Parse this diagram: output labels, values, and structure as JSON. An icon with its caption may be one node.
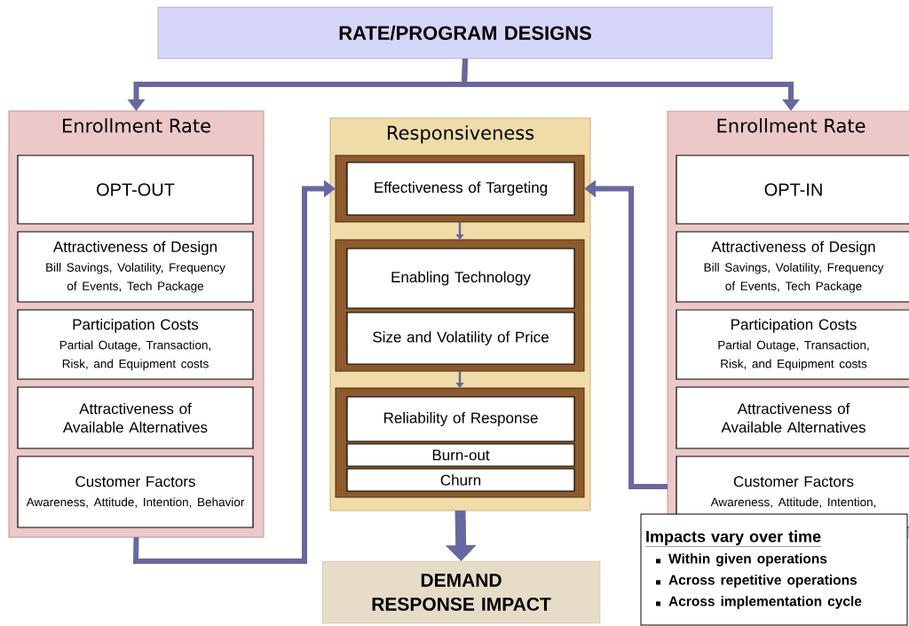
{
  "diagram": {
    "nodes": [
      {
        "text": [
          "RATE/PROGRAM DESIGNS"
        ]
      },
      {
        "text": [
          "Enrollment Rate"
        ]
      },
      {
        "text": [
          "OPT-OUT"
        ],
        "in": 1
      },
      {
        "text": [
          "Attractiveness of Design",
          "Bill Savings, Volatility, Frequency of Events, Tech Package"
        ],
        "in": 1
      },
      {
        "text": [
          "Participation Costs",
          "Partial Outage, Transaction, Risk, and Equipment costs"
        ],
        "in": 1
      },
      {
        "text": [
          "Attractiveness of Available Alternatives"
        ],
        "in": 1
      },
      {
        "text": [
          "Customer Factors",
          "Awareness, Attitude, Intention, Behavior"
        ],
        "in": 1
      },
      {
        "text": [
          "Responsiveness"
        ]
      },
      {
        "text": [],
        "shape": "box",
        "in": 7
      },
      {
        "text": [
          "Effectiveness of Targeting"
        ],
        "in": 8
      },
      {
        "text": [],
        "shape": "box",
        "in": 7
      },
      {
        "text": [
          "Enabling Technology"
        ],
        "in": 10
      },
      {
        "text": [
          "Size and Volatility of Price"
        ],
        "in": 10
      },
      {
        "text": [],
        "shape": "box",
        "in": 7
      },
      {
        "text": [
          "Reliability of Response"
        ],
        "in": 13
      },
      {
        "text": [
          "Burn-out"
        ],
        "in": 13
      },
      {
        "text": [
          "Churn"
        ],
        "in": 13
      },
      {
        "text": [
          "Enrollment Rate"
        ]
      },
      {
        "text": [
          "OPT-IN"
        ],
        "in": 17
      },
      {
        "text": [
          "Attractiveness of Design",
          "Bill Savings, Volatility, Frequency of Events, Tech Package"
        ],
        "in": 17
      },
      {
        "text": [
          "Participation Costs",
          "Partial Outage, Transaction, Risk, and Equipment costs"
        ],
        "in": 17
      },
      {
        "text": [
          "Attractiveness of Available Alternatives"
        ],
        "in": 17
      },
      {
        "text": [
          "Customer Factors",
          "Awareness, Attitude, Intention,"
        ],
        "in": 17
      },
      {
        "text": [
          "DEMAND RESPONSE IMPACT"
        ]
      },
      {
        "text": [
          "Impacts vary over time",
          "Within given operations",
          "Across repetitive operations",
          "Across implementation cycle"
        ]
      }
    ],
    "edges": [
      {
        "from": 0,
        "to": 1,
        "arrow": "to"
      },
      {
        "from": 0,
        "to": 17,
        "arrow": "to"
      },
      {
        "from": 1,
        "to": 8,
        "arrow": "to"
      },
      {
        "from": 17,
        "to": 8,
        "arrow": "to"
      },
      {
        "from": 8,
        "to": 10,
        "arrow": "to"
      },
      {
        "from": 10,
        "to": 13,
        "arrow": "to"
      },
      {
        "from": 7,
        "to": 23,
        "arrow": "to",
        "style": "thick"
      }
    ]
  }
}
